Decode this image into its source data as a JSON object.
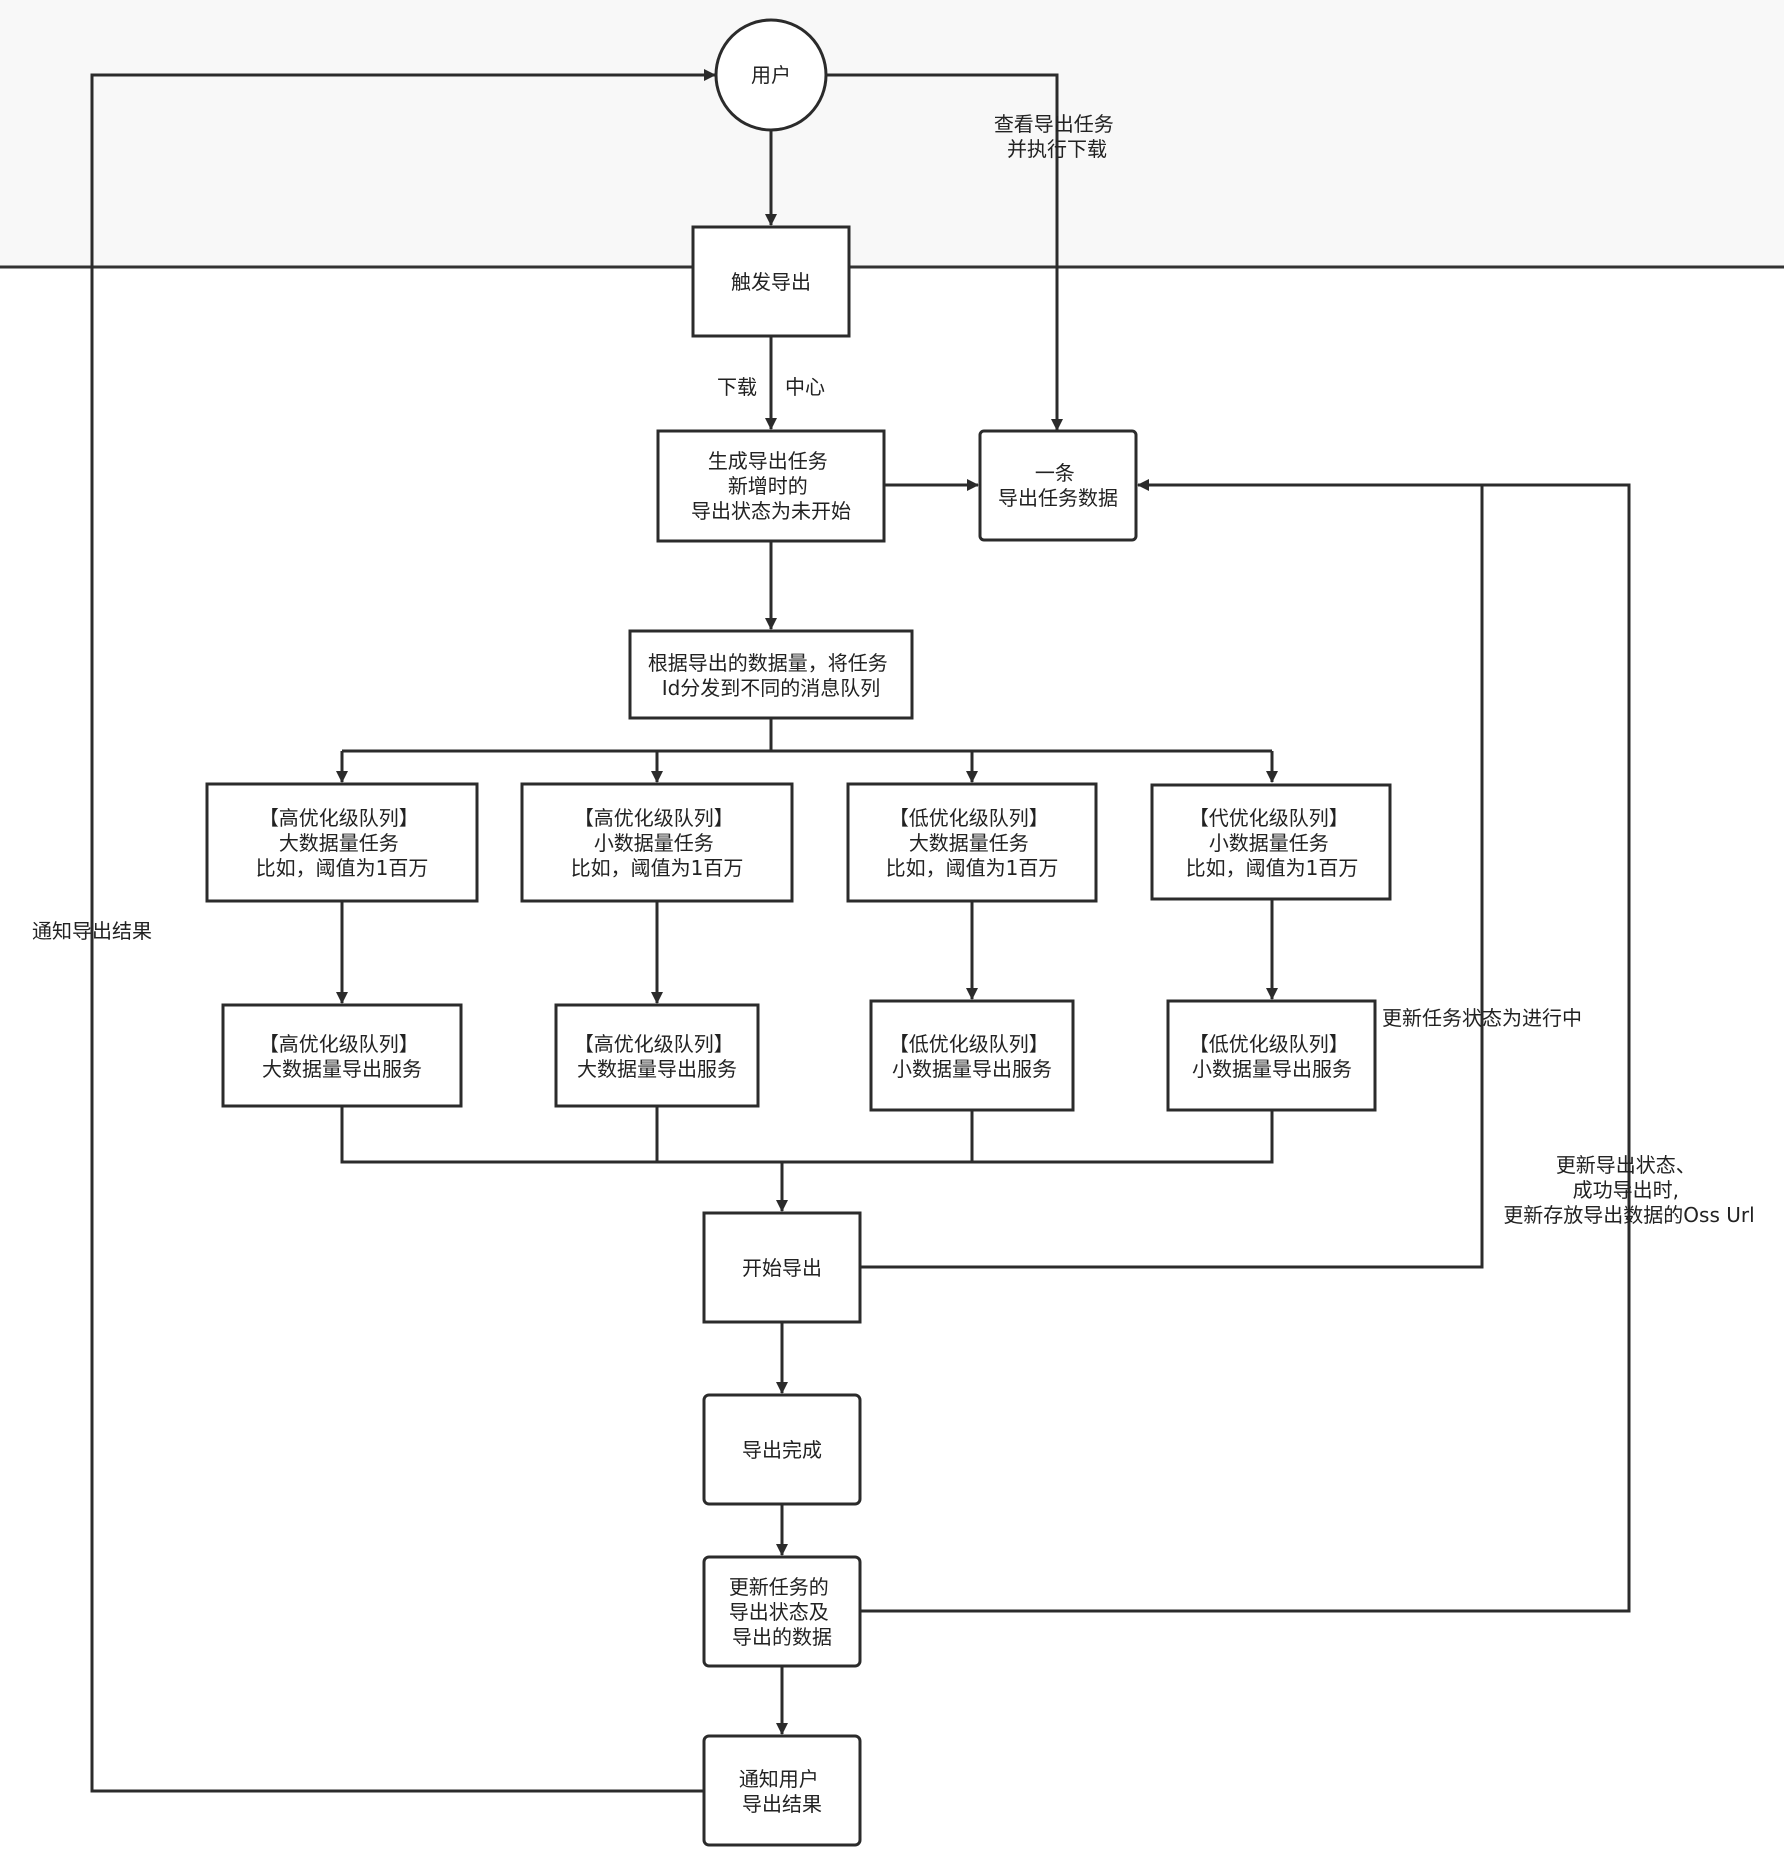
{
  "diagram": {
    "nodes": {
      "user": "用户",
      "trigger": "触发导出",
      "generate": [
        "生成导出任务",
        "新增时的",
        "导出状态为未开始"
      ],
      "record": [
        "一条",
        "导出任务数据"
      ],
      "dispatch": [
        "根据导出的数据量，将任务",
        "Id分发到不同的消息队列"
      ],
      "q1": [
        "【高优化级队列】",
        "大数据量任务",
        "比如，阈值为1百万"
      ],
      "q2": [
        "【高优化级队列】",
        "小数据量任务",
        "比如，阈值为1百万"
      ],
      "q3": [
        "【低优化级队列】",
        "大数据量任务",
        "比如，阈值为1百万"
      ],
      "q4": [
        "【代优化级队列】",
        "小数据量任务",
        "比如，阈值为1百万"
      ],
      "s1": [
        "【高优化级队列】",
        "大数据量导出服务"
      ],
      "s2": [
        "【高优化级队列】",
        "大数据量导出服务"
      ],
      "s3": [
        "【低优化级队列】",
        "小数据量导出服务"
      ],
      "s4": [
        "【低优化级队列】",
        "小数据量导出服务"
      ],
      "start": "开始导出",
      "done": "导出完成",
      "update": [
        "更新任务的",
        "导出状态及",
        "导出的数据"
      ],
      "notify": [
        "通知用户",
        "导出结果"
      ]
    },
    "edge_labels": {
      "view_download": [
        "查看导出任务",
        "并执行下载"
      ],
      "download": "下载",
      "center": "中心",
      "notify_result": "通知导出结果",
      "in_progress": "更新任务状态为进行中",
      "update_status": [
        "更新导出状态、",
        "成功导出时,",
        "更新存放导出数据的Oss Url"
      ]
    }
  }
}
